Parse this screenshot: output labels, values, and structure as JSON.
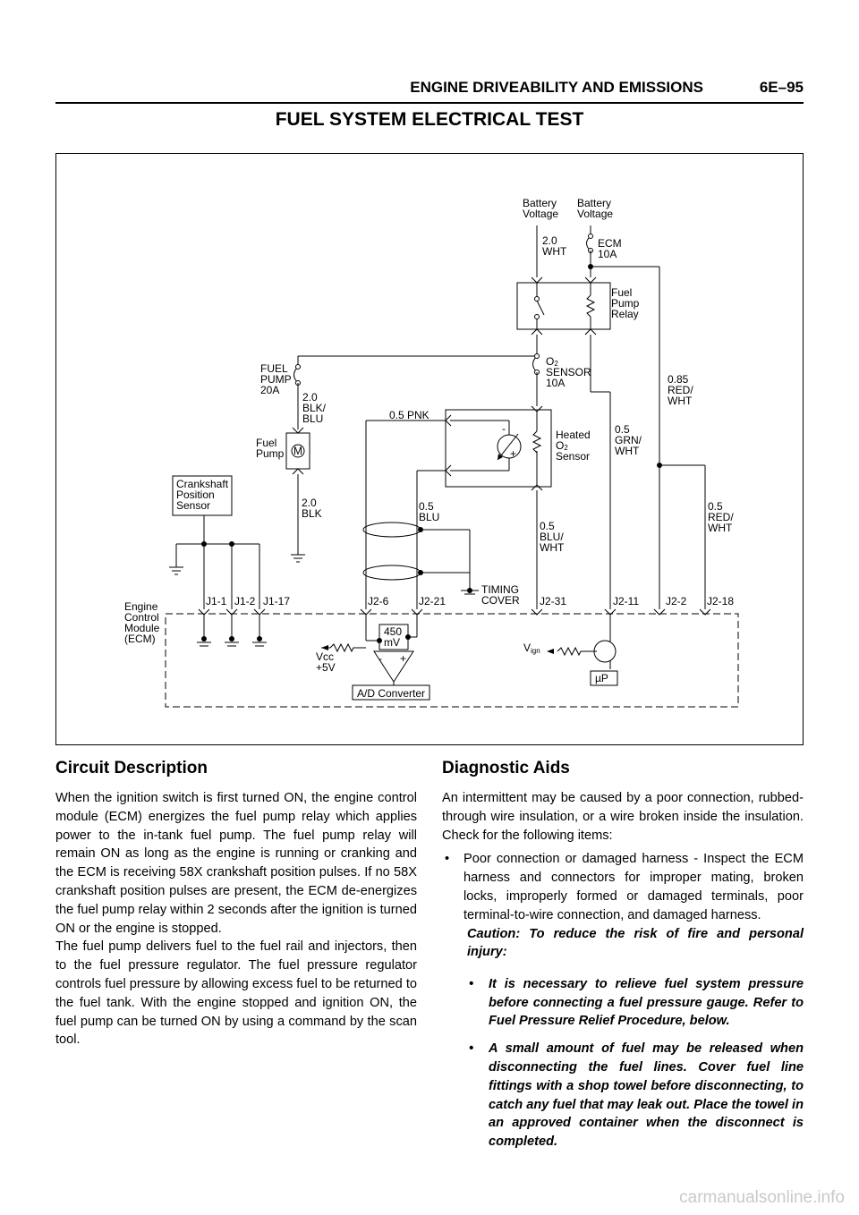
{
  "header": {
    "section_title": "ENGINE DRIVEABILITY AND EMISSIONS",
    "page_number": "6E–95"
  },
  "page_title": "FUEL SYSTEM ELECTRICAL TEST",
  "diagram": {
    "labels": {
      "battery1_l1": "Battery",
      "battery1_l2": "Voltage",
      "battery2_l1": "Battery",
      "battery2_l2": "Voltage",
      "wire_20wht_l1": "2.0",
      "wire_20wht_l2": "WHT",
      "ecm_fuse_l1": "ECM",
      "ecm_fuse_l2": "10A",
      "relay_l1": "Fuel",
      "relay_l2": "Pump",
      "relay_l3": "Relay",
      "o2fuse_l1": "O",
      "o2fuse_sub": "2",
      "o2fuse_l2": "SENSOR",
      "o2fuse_l3": "10A",
      "fpfuse_l1": "FUEL",
      "fpfuse_l2": "PUMP",
      "fpfuse_l3": "20A",
      "blkblu_l1": "2.0",
      "blkblu_l2": "BLK/",
      "blkblu_l3": "BLU",
      "pnk": "0.5 PNK",
      "redwht085_l1": "0.85",
      "redwht085_l2": "RED/",
      "redwht085_l3": "WHT",
      "heated_l1": "Heated",
      "heated_l2": "O",
      "heated_sub": "2",
      "heated_l3": "Sensor",
      "grnwht_l1": "0.5",
      "grnwht_l2": "GRN/",
      "grnwht_l3": "WHT",
      "fuelpump_l1": "Fuel",
      "fuelpump_l2": "Pump",
      "motor": "M",
      "ckp_l1": "Crankshaft",
      "ckp_l2": "Position",
      "ckp_l3": "Sensor",
      "blk20_l1": "2.0",
      "blk20_l2": "BLK",
      "blu05_l1": "0.5",
      "blu05_l2": "BLU",
      "bluwht_l1": "0.5",
      "bluwht_l2": "BLU/",
      "bluwht_l3": "WHT",
      "redwht05_l1": "0.5",
      "redwht05_l2": "RED/",
      "redwht05_l3": "WHT",
      "timing_l1": "TIMING",
      "timing_l2": "COVER",
      "ecm_l1": "Engine",
      "ecm_l2": "Control",
      "ecm_l3": "Module",
      "ecm_l4": "(ECM)",
      "pins": [
        "J1-1",
        "J1-2",
        "J1-17",
        "J2-6",
        "J2-21",
        "J2-31",
        "J2-11",
        "J2-2",
        "J2-18"
      ],
      "mv_l1": "450",
      "mv_l2": "mV",
      "vcc_l1": "Vcc",
      "vcc_l2": "+5V",
      "vign": "V",
      "vign_sub": "ign",
      "up": "µP",
      "adc": "A/D Converter",
      "minus": "-",
      "plus": "+"
    }
  },
  "circuit_description": {
    "heading": "Circuit Description",
    "p1": "When the ignition switch is first turned ON, the engine control module (ECM) energizes the fuel pump relay which applies power to the in-tank fuel pump. The fuel pump relay will remain ON as long as the engine is running or cranking and the ECM is receiving 58X crankshaft position pulses. If no 58X crankshaft position pulses are present, the ECM de-energizes the fuel pump relay within 2 seconds after the ignition is turned ON or the engine is stopped.",
    "p2": "The fuel pump delivers fuel to the fuel rail and injectors, then to the fuel pressure regulator. The fuel pressure regulator controls fuel pressure by allowing excess fuel to be returned to the fuel tank. With the engine stopped and ignition ON, the fuel pump can be turned ON by using a command by the scan tool."
  },
  "diagnostic_aids": {
    "heading": "Diagnostic Aids",
    "intro": "An intermittent may be caused by a poor connection, rubbed-through wire insulation, or a wire broken inside the insulation. Check for the following items:",
    "bullet_char": "•",
    "bullet1": "Poor connection or damaged harness - Inspect the ECM harness and connectors for improper mating, broken locks, improperly formed or damaged terminals, poor terminal-to-wire connection, and damaged harness.",
    "caution": "Caution: To reduce the risk of fire and personal injury:",
    "sub1": "It is necessary to relieve fuel system pressure before connecting a fuel pressure gauge. Refer to Fuel Pressure Relief Procedure, below.",
    "sub2": "A small amount of fuel may be released when disconnecting the fuel lines. Cover fuel line fittings with a shop towel before disconnecting, to catch any fuel that may leak out. Place the towel in an approved container when the disconnect is completed."
  },
  "watermark": "carmanualsonline.info"
}
